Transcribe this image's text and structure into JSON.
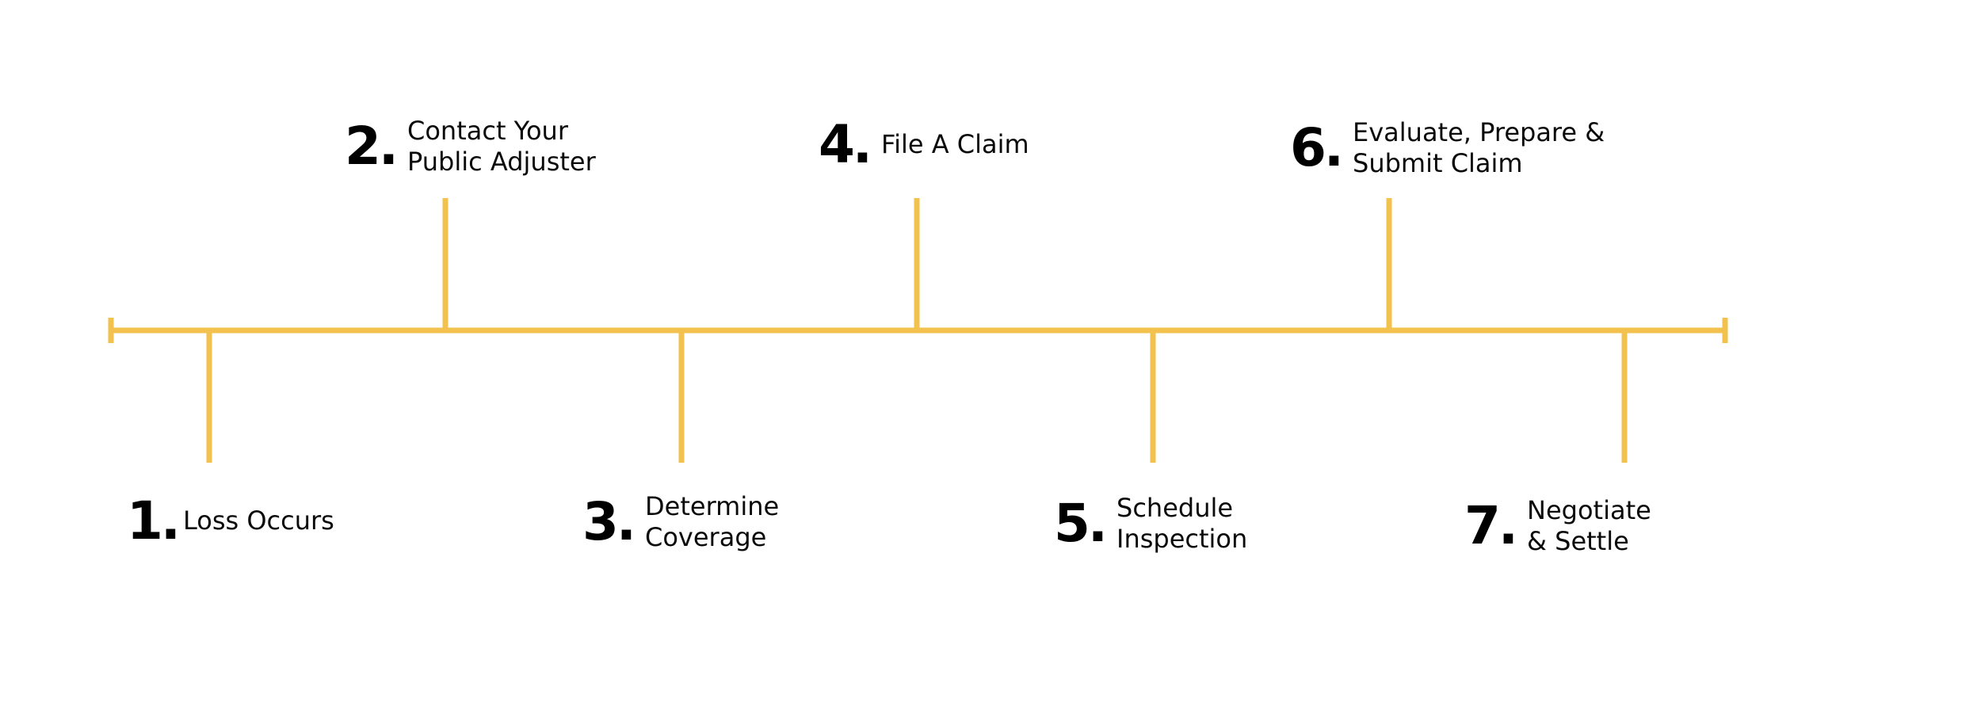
{
  "diagram": {
    "line_color": "#F2C14E",
    "steps": [
      {
        "number": "1.",
        "lines": [
          "Loss Occurs"
        ],
        "side": "below"
      },
      {
        "number": "2.",
        "lines": [
          "Contact Your",
          "Public Adjuster"
        ],
        "side": "above"
      },
      {
        "number": "3.",
        "lines": [
          "Determine",
          "Coverage"
        ],
        "side": "below"
      },
      {
        "number": "4.",
        "lines": [
          "File A Claim"
        ],
        "side": "above"
      },
      {
        "number": "5.",
        "lines": [
          "Schedule",
          "Inspection"
        ],
        "side": "below"
      },
      {
        "number": "6.",
        "lines": [
          "Evaluate, Prepare &",
          "Submit Claim"
        ],
        "side": "above"
      },
      {
        "number": "7.",
        "lines": [
          "Negotiate",
          "& Settle"
        ],
        "side": "below"
      }
    ]
  }
}
